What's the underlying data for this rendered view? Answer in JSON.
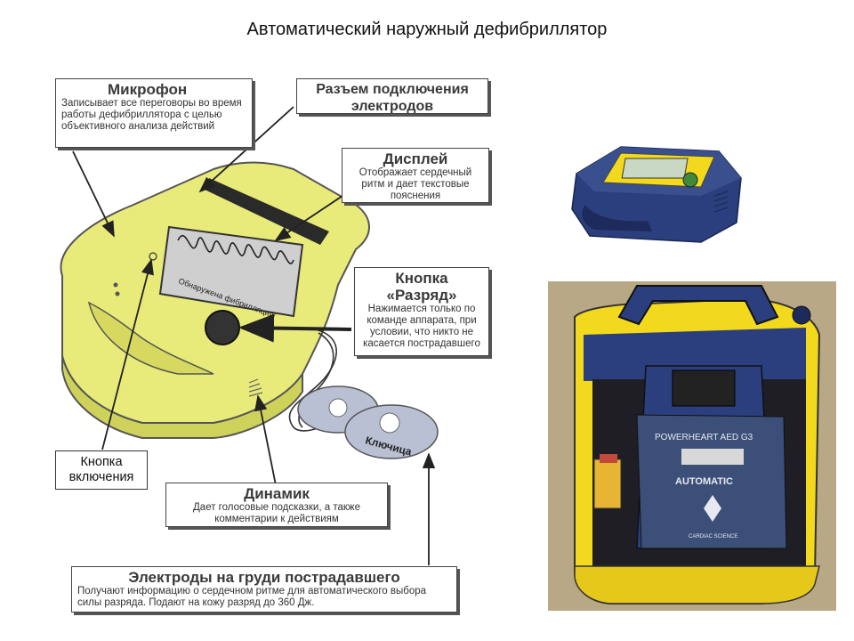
{
  "title": "Автоматический наружный дефибриллятор",
  "callouts": {
    "microphone": {
      "title": "Микрофон",
      "text": "Записывает все переговоры во время работы дефибриллятора с целью объективного анализа действий"
    },
    "connector": {
      "title": "Разъем подключения электродов"
    },
    "display": {
      "title": "Дисплей",
      "text": "Отображает сердечный ритм и дает текстовые пояснения"
    },
    "shock_button": {
      "title": "Кнопка «Разряд»",
      "text": "Нажимается только по команде аппарата, при условии, что никто не касается пострадавшего"
    },
    "power_button": {
      "label": "Кнопка включения"
    },
    "speaker": {
      "title": "Динамик",
      "text": "Дает голосовые подсказки, а также комментарии к действиям"
    },
    "electrodes": {
      "title": "Электроды на груди пострадавшего",
      "text": "Получают информацию о сердечном ритме для автоматического выбора силы разряда. Подают на кожу разряд до 360 Дж."
    }
  },
  "device": {
    "screen_text": "Обнаружена фибрилляция!",
    "pad_label": "Ключица"
  },
  "photo2": {
    "brand": "POWERHEART AED G3",
    "logo_text": "AUTOMATIC",
    "maker": "CARDIAC SCIENCE"
  },
  "colors": {
    "device_yellow": "#e8ea7a",
    "device_shadow": "#cfd25a",
    "aed_blue": "#2b3f7e",
    "aed_yellow": "#f2d91e",
    "photo_bg": "#b9a886"
  }
}
